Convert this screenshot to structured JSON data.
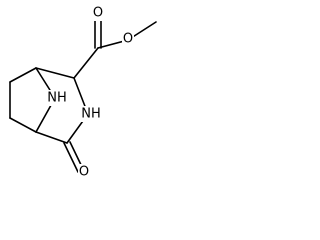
{
  "molecule": {
    "atoms": {
      "ester_carbonyl_oxygen": "O",
      "ester_ether_oxygen": "O",
      "amide_nitrogen": "NH",
      "bridge_nitrogen": "NH",
      "lactam_oxygen": "O"
    }
  }
}
